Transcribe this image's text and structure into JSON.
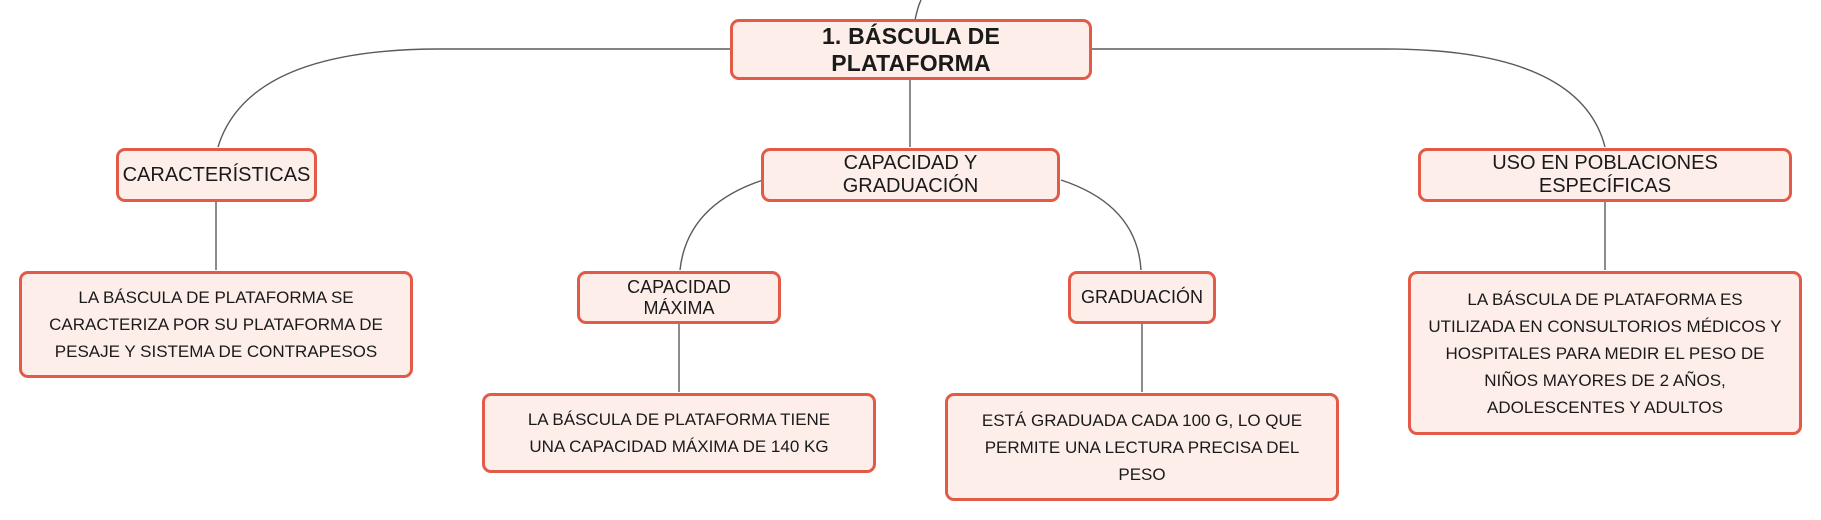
{
  "diagram": {
    "root": {
      "label": "1. BÁSCULA DE PLATAFORMA"
    },
    "branches": [
      {
        "label": "CARACTERÍSTICAS",
        "leaf": "LA BÁSCULA DE PLATAFORMA SE CARACTERIZA POR SU PLATAFORMA DE PESAJE Y SISTEMA DE CONTRAPESOS"
      },
      {
        "label": "CAPACIDAD Y GRADUACIÓN",
        "children": [
          {
            "label": "CAPACIDAD MÁXIMA",
            "leaf": "LA BÁSCULA DE PLATAFORMA TIENE UNA CAPACIDAD MÁXIMA DE 140 KG"
          },
          {
            "label": "GRADUACIÓN",
            "leaf": "ESTÁ GRADUADA CADA 100 G, LO QUE PERMITE UNA LECTURA PRECISA DEL PESO"
          }
        ]
      },
      {
        "label": "USO EN POBLACIONES ESPECÍFICAS",
        "leaf": "LA BÁSCULA DE PLATAFORMA ES UTILIZADA EN CONSULTORIOS MÉDICOS Y HOSPITALES PARA MEDIR EL PESO DE NIÑOS MAYORES DE 2 AÑOS, ADOLESCENTES Y ADULTOS"
      }
    ]
  },
  "colors": {
    "node_border": "#e15b48",
    "node_fill": "#fdeeea",
    "connector": "#5a5a5a"
  }
}
